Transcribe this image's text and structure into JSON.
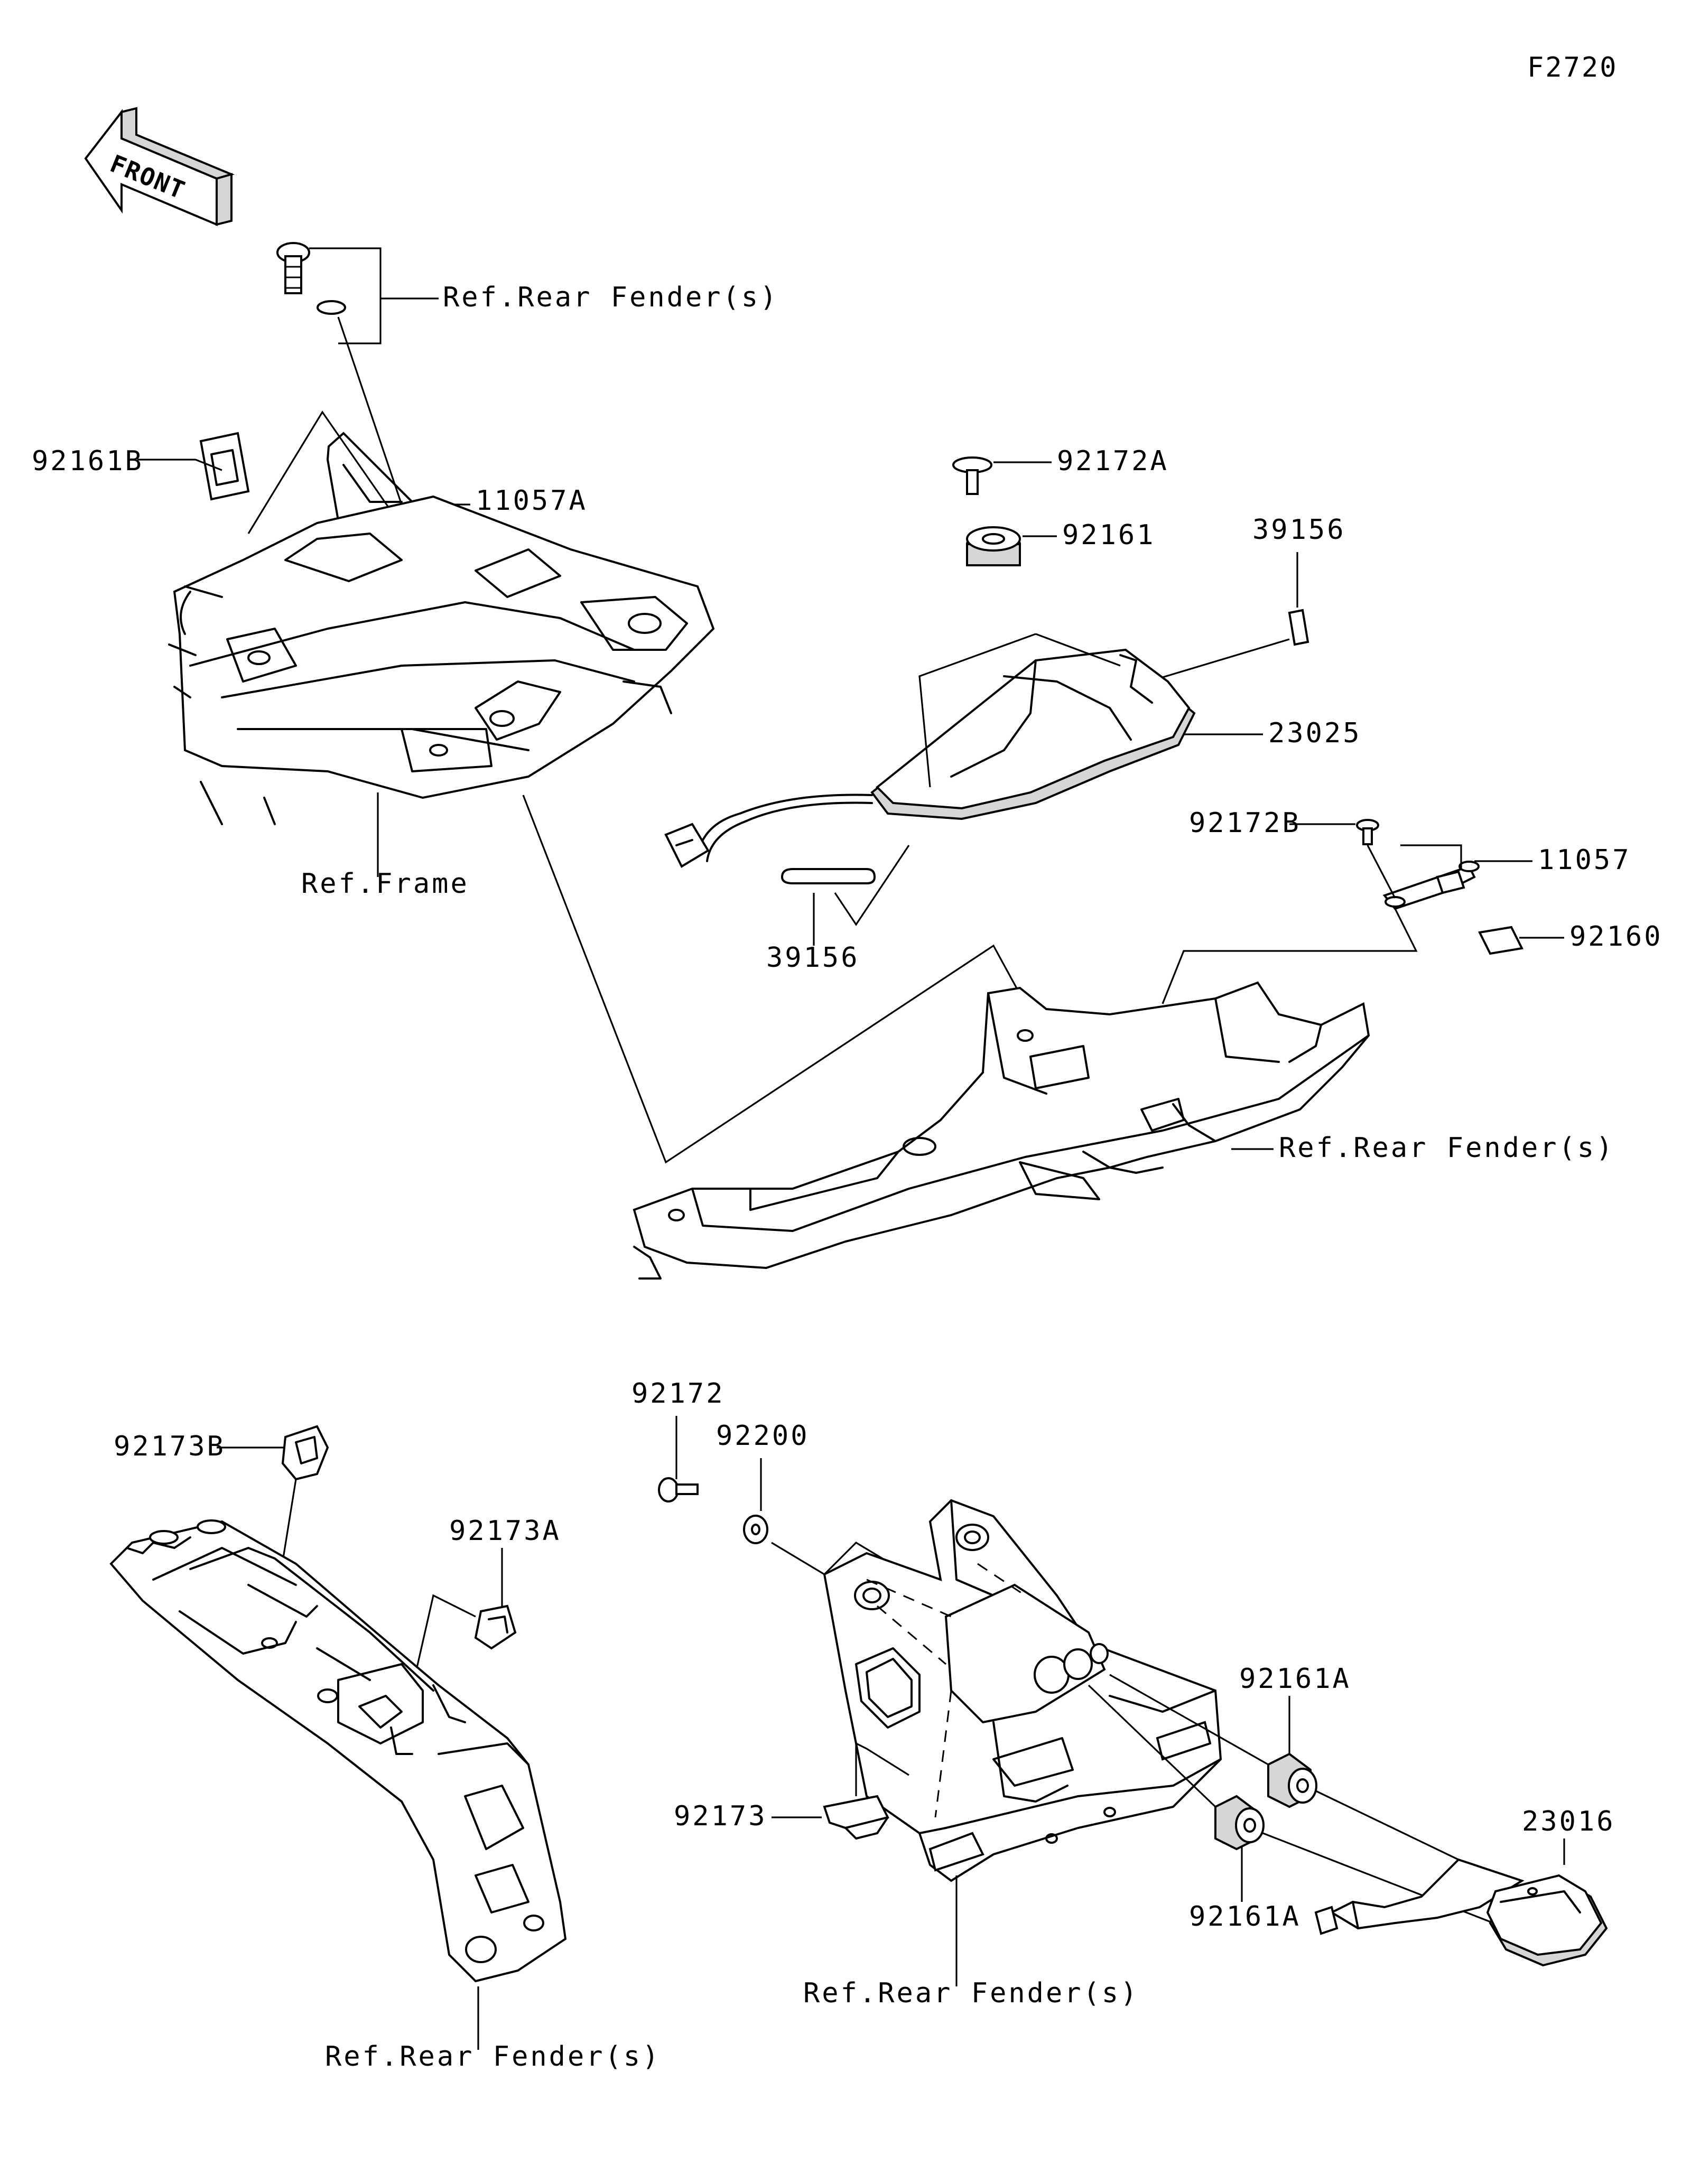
{
  "figure_id": "F2720",
  "front_label": "FRONT",
  "labels": {
    "ref_rear_fender_1": "Ref.Rear Fender(s)",
    "p_11057A": "11057A",
    "p_92161B": "92161B",
    "ref_frame": "Ref.Frame",
    "p_92172A": "92172A",
    "p_92161": "92161",
    "p_39156_top": "39156",
    "p_23025": "23025",
    "p_92172B": "92172B",
    "p_11057": "11057",
    "p_92160": "92160",
    "p_39156_bottom": "39156",
    "ref_rear_fender_2": "Ref.Rear Fender(s)",
    "p_92173B": "92173B",
    "p_92173A": "92173A",
    "ref_rear_fender_3": "Ref.Rear Fender(s)",
    "p_92172": "92172",
    "p_92200": "92200",
    "p_92161A_top": "92161A",
    "p_92173": "92173",
    "p_23016": "23016",
    "p_92161A_bottom": "92161A",
    "ref_rear_fender_4": "Ref.Rear Fender(s)"
  }
}
